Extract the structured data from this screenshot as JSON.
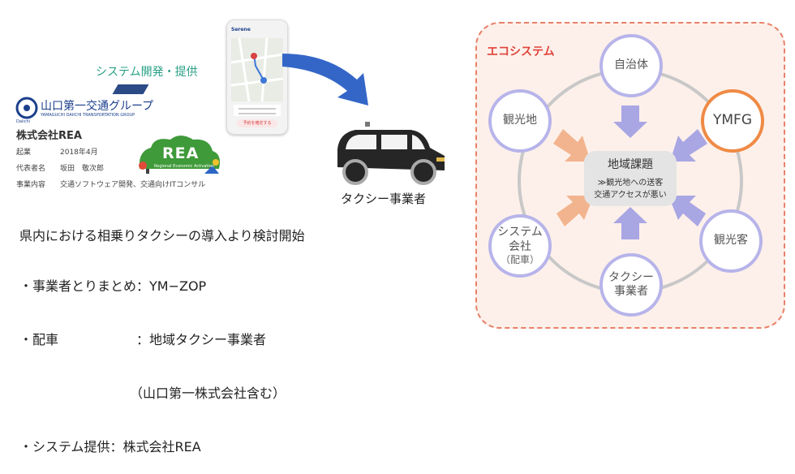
{
  "system_dev_label": "システム開発・提供",
  "company": {
    "group_logo_text": "山口第一交通グループ",
    "group_logo_sub": "YAMAGUCHI DAIICHI TRANSPORTATION GROUP",
    "logo_mark": "Daiichi",
    "name": "株式会社REA",
    "rows": [
      {
        "label": "起業",
        "value": "2018年4月"
      },
      {
        "label": "代表者名",
        "value": "坂田　敬次郎"
      },
      {
        "label": "事業内容",
        "value": "交通ソフトウェア開発、交通向けITコンサル"
      }
    ],
    "rea_logo": "REA",
    "rea_logo_sub": "Regional Economic Activation"
  },
  "phone": {
    "brand": "Serene",
    "route_label": "予約を確定する"
  },
  "taxi_label": "タクシー事業者",
  "description": {
    "heading": "県内における相乗りタクシーの導入より検討開始",
    "items": [
      {
        "bullet": "・事業者とりまとめ：YM−ZOP"
      },
      {
        "bullet": "・配車　　　　　　：地域タクシー事業者"
      },
      {
        "bullet": "　　　　　　　　　（山口第一株式会社含む）"
      },
      {
        "bullet": "・システム提供：株式会社REA"
      }
    ]
  },
  "ecosystem": {
    "title": "エコシステム",
    "center_title": "地域課題",
    "center_sub1": "≫観光地への送客",
    "center_sub2": "交通アクセスが悪い",
    "nodes": {
      "top": "自治体",
      "upper_left": "観光地",
      "upper_right": "YMFG",
      "lower_left_1": "システム",
      "lower_left_2": "会社",
      "lower_left_3": "（配車）",
      "lower_right": "観光客",
      "bottom_1": "タクシー",
      "bottom_2": "事業者"
    },
    "colors": {
      "frame": "#e9806a",
      "title": "#e0433b",
      "node_border": "#b7b4ea",
      "ymfg_border": "#ef8a45",
      "center_fill": "#e4e4e4"
    }
  }
}
